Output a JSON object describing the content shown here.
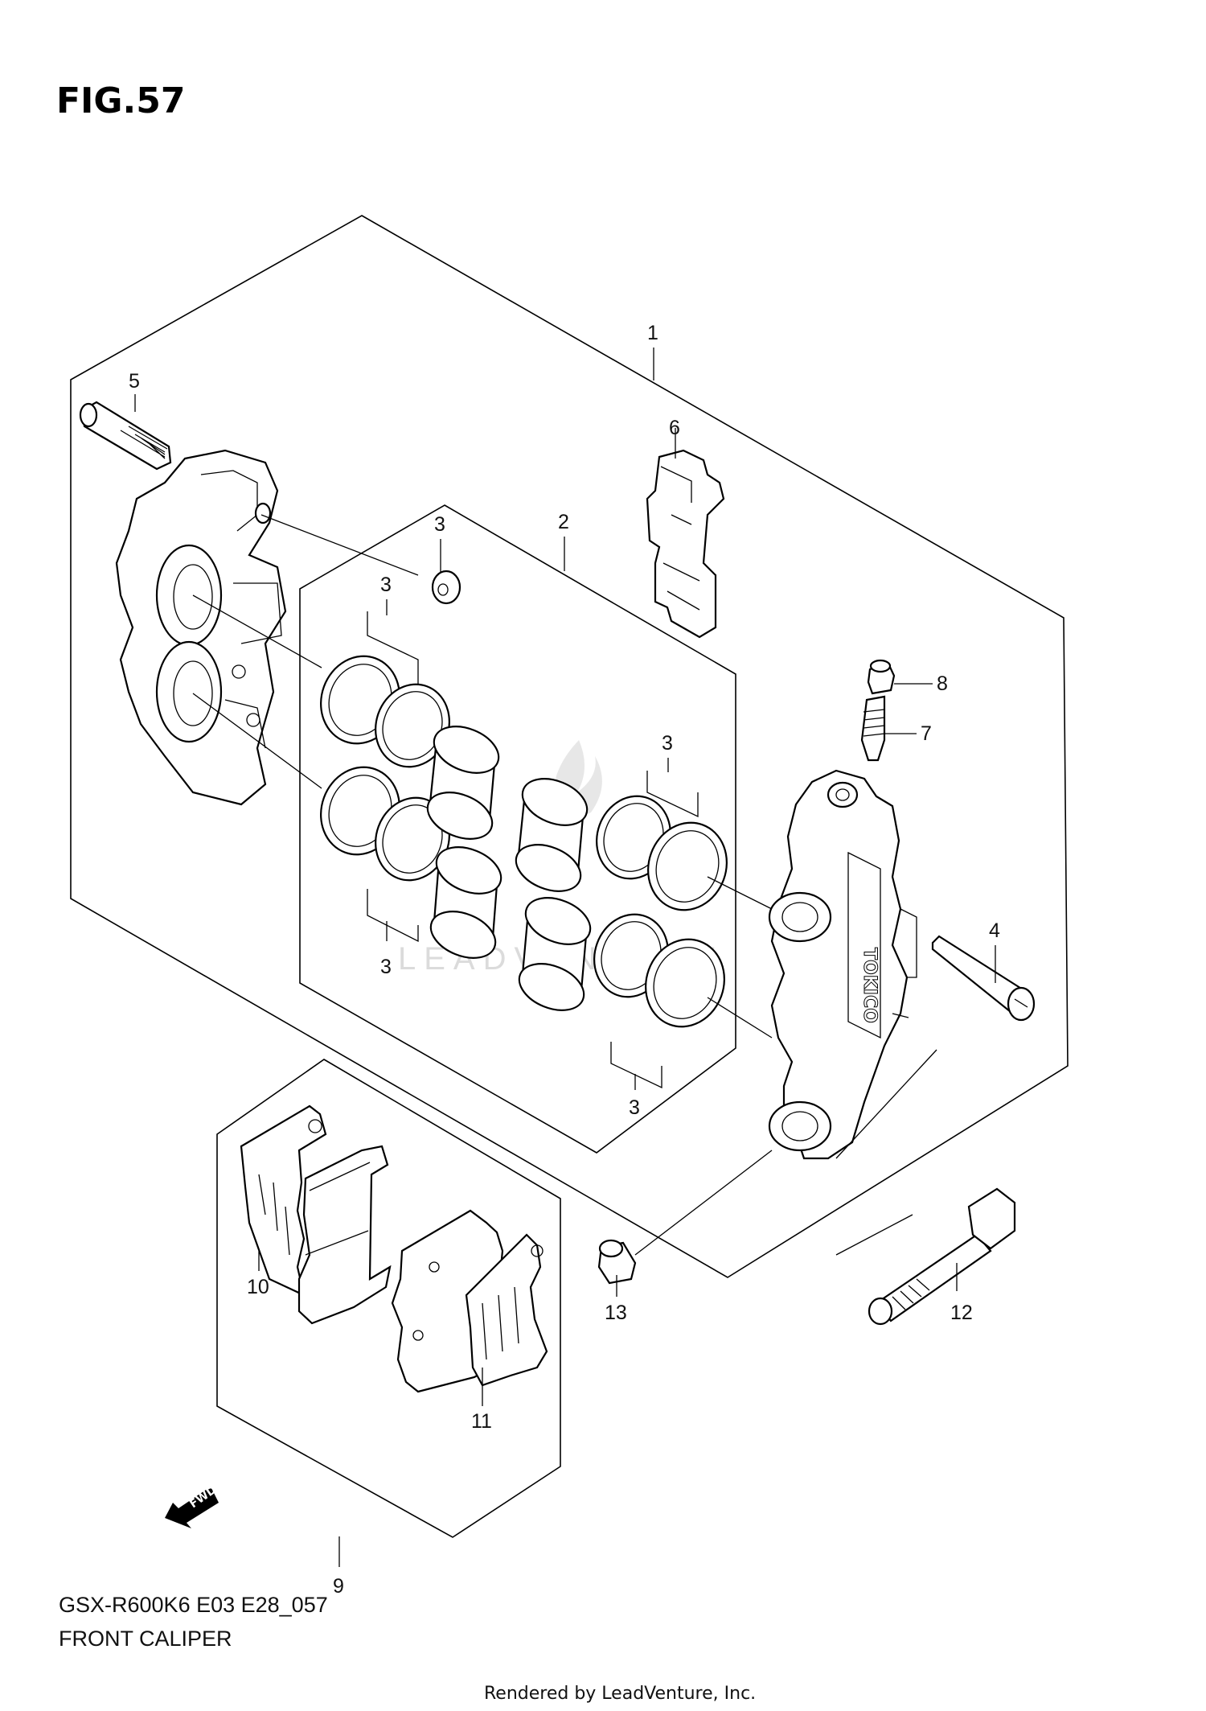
{
  "figure": {
    "fig_label": "FIG.57",
    "model_code": "GSX-R600K6 E03 E28_057",
    "title": "FRONT CALIPER",
    "footer": "Rendered by LeadVenture, Inc.",
    "watermark": "LEADVENTURE",
    "fwd_arrow_text": "FWD",
    "caliper_text": "TOKICO"
  },
  "callouts": [
    {
      "id": "c1",
      "text": "1"
    },
    {
      "id": "c2",
      "text": "2"
    },
    {
      "id": "c3a",
      "text": "3"
    },
    {
      "id": "c3b",
      "text": "3"
    },
    {
      "id": "c3c",
      "text": "3"
    },
    {
      "id": "c3d",
      "text": "3"
    },
    {
      "id": "c3e",
      "text": "3"
    },
    {
      "id": "c4",
      "text": "4"
    },
    {
      "id": "c5",
      "text": "5"
    },
    {
      "id": "c6",
      "text": "6"
    },
    {
      "id": "c7",
      "text": "7"
    },
    {
      "id": "c8",
      "text": "8"
    },
    {
      "id": "c9",
      "text": "9"
    },
    {
      "id": "c10",
      "text": "10"
    },
    {
      "id": "c11",
      "text": "11"
    },
    {
      "id": "c12",
      "text": "12"
    },
    {
      "id": "c13",
      "text": "13"
    }
  ]
}
